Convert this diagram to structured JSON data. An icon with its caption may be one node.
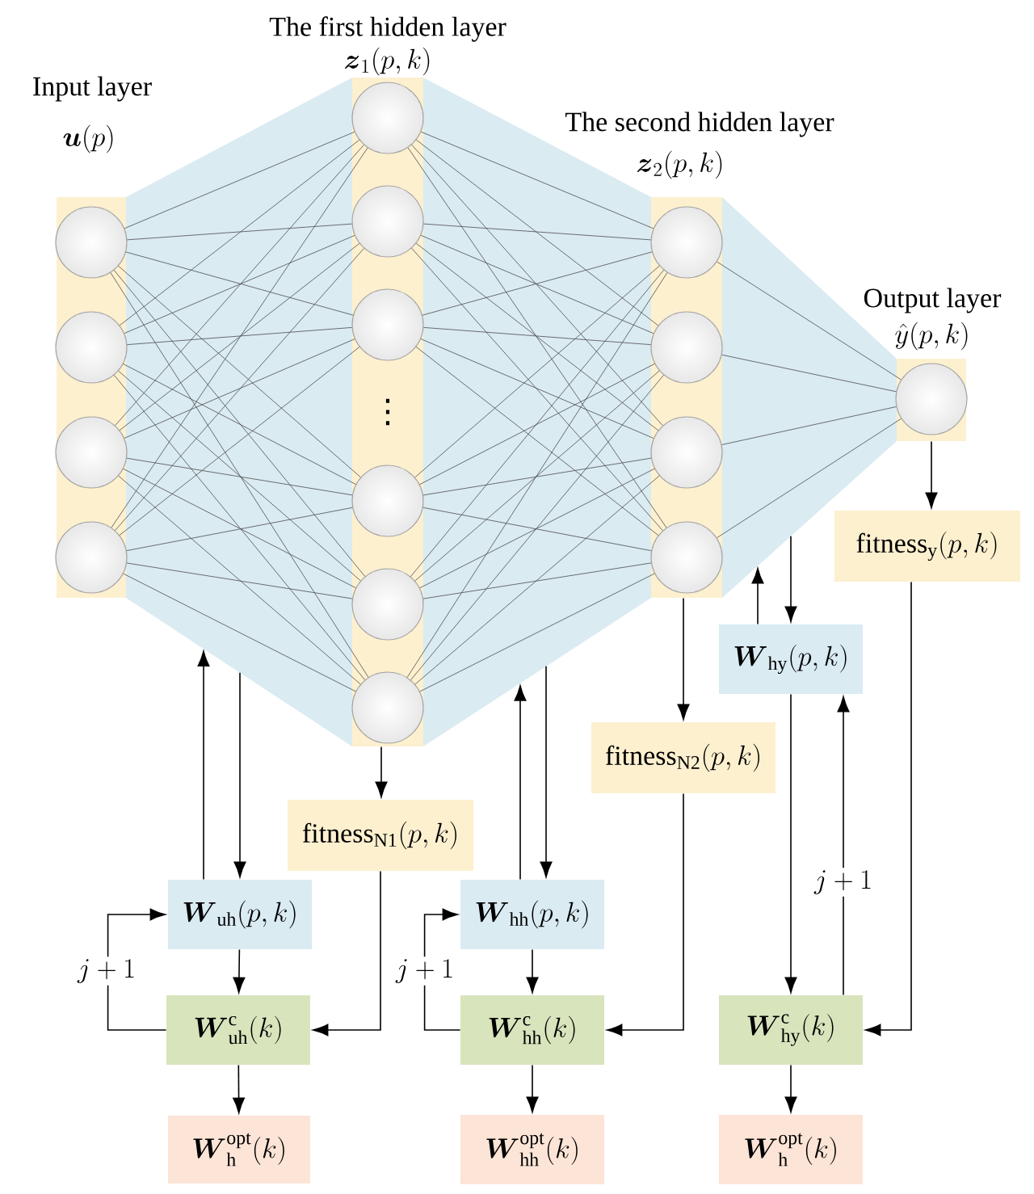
{
  "diagram": {
    "nodes": [
      {
        "text": [
          "Input layer",
          "\\boldsymbol{u}(p)"
        ]
      },
      {
        "text": [],
        "shape": "circle",
        "in": 0
      },
      {
        "text": [],
        "shape": "circle",
        "in": 0
      },
      {
        "text": [],
        "shape": "circle",
        "in": 0
      },
      {
        "text": [],
        "shape": "circle",
        "in": 0
      },
      {
        "text": [
          "The first hidden layer",
          "\\boldsymbol{z}_{1}(p,k)"
        ]
      },
      {
        "text": [],
        "shape": "circle",
        "in": 5
      },
      {
        "text": [],
        "shape": "circle",
        "in": 5
      },
      {
        "text": [],
        "shape": "circle",
        "in": 5
      },
      {
        "text": [],
        "shape": "circle",
        "in": 5
      },
      {
        "text": [],
        "shape": "circle",
        "in": 5
      },
      {
        "text": [],
        "shape": "circle",
        "in": 5
      },
      {
        "text": [
          "The second hidden layer",
          "\\boldsymbol{z}_{2}(p,k)"
        ]
      },
      {
        "text": [],
        "shape": "circle",
        "in": 12
      },
      {
        "text": [],
        "shape": "circle",
        "in": 12
      },
      {
        "text": [],
        "shape": "circle",
        "in": 12
      },
      {
        "text": [],
        "shape": "circle",
        "in": 12
      },
      {
        "text": [
          "Output layer",
          "\\hat{y}(p,k)"
        ]
      },
      {
        "text": [],
        "shape": "circle",
        "in": 17
      },
      {
        "text": [
          "\\mathrm{fitness}_{\\mathrm{y}}(p,k)"
        ]
      },
      {
        "text": [
          "\\boldsymbol{W}_{\\mathrm{hy}}(p,k)"
        ]
      },
      {
        "text": [
          "\\mathrm{fitness}_{\\mathrm{N2}}(p,k)"
        ]
      },
      {
        "text": [
          "\\mathrm{fitness}_{\\mathrm{N1}}(p,k)"
        ]
      },
      {
        "text": [
          "\\boldsymbol{W}_{\\mathrm{uh}}(p,k)"
        ]
      },
      {
        "text": [
          "\\boldsymbol{W}_{\\mathrm{uh}}^{\\mathrm{c}}(k)"
        ]
      },
      {
        "text": [
          "\\boldsymbol{W}_{\\mathrm{h}}^{\\mathrm{opt}}(k)"
        ]
      },
      {
        "text": [
          "\\boldsymbol{W}_{\\mathrm{hh}}(p,k)"
        ]
      },
      {
        "text": [
          "\\boldsymbol{W}_{\\mathrm{hh}}^{\\mathrm{c}}(k)"
        ]
      },
      {
        "text": [
          "\\boldsymbol{W}_{\\mathrm{hh}}^{\\mathrm{opt}}(k)"
        ]
      },
      {
        "text": [
          "\\boldsymbol{W}_{\\mathrm{hy}}^{\\mathrm{c}}(k)"
        ]
      },
      {
        "text": [
          "\\boldsymbol{W}_{\\mathrm{h}}^{\\mathrm{opt}}(k)"
        ]
      }
    ],
    "edges": [
      {
        "from": 1,
        "to": 6,
        "arrow": "none"
      },
      {
        "from": 1,
        "to": 7,
        "arrow": "none"
      },
      {
        "from": 1,
        "to": 8,
        "arrow": "none"
      },
      {
        "from": 1,
        "to": 9,
        "arrow": "none"
      },
      {
        "from": 1,
        "to": 10,
        "arrow": "none"
      },
      {
        "from": 1,
        "to": 11,
        "arrow": "none"
      },
      {
        "from": 2,
        "to": 6,
        "arrow": "none"
      },
      {
        "from": 2,
        "to": 7,
        "arrow": "none"
      },
      {
        "from": 2,
        "to": 8,
        "arrow": "none"
      },
      {
        "from": 2,
        "to": 9,
        "arrow": "none"
      },
      {
        "from": 2,
        "to": 10,
        "arrow": "none"
      },
      {
        "from": 2,
        "to": 11,
        "arrow": "none"
      },
      {
        "from": 3,
        "to": 6,
        "arrow": "none"
      },
      {
        "from": 3,
        "to": 7,
        "arrow": "none"
      },
      {
        "from": 3,
        "to": 8,
        "arrow": "none"
      },
      {
        "from": 3,
        "to": 9,
        "arrow": "none"
      },
      {
        "from": 3,
        "to": 10,
        "arrow": "none"
      },
      {
        "from": 3,
        "to": 11,
        "arrow": "none"
      },
      {
        "from": 4,
        "to": 6,
        "arrow": "none"
      },
      {
        "from": 4,
        "to": 7,
        "arrow": "none"
      },
      {
        "from": 4,
        "to": 8,
        "arrow": "none"
      },
      {
        "from": 4,
        "to": 9,
        "arrow": "none"
      },
      {
        "from": 4,
        "to": 10,
        "arrow": "none"
      },
      {
        "from": 4,
        "to": 11,
        "arrow": "none"
      },
      {
        "from": 6,
        "to": 13,
        "arrow": "none"
      },
      {
        "from": 6,
        "to": 14,
        "arrow": "none"
      },
      {
        "from": 6,
        "to": 15,
        "arrow": "none"
      },
      {
        "from": 6,
        "to": 16,
        "arrow": "none"
      },
      {
        "from": 7,
        "to": 13,
        "arrow": "none"
      },
      {
        "from": 7,
        "to": 14,
        "arrow": "none"
      },
      {
        "from": 7,
        "to": 15,
        "arrow": "none"
      },
      {
        "from": 7,
        "to": 16,
        "arrow": "none"
      },
      {
        "from": 8,
        "to": 13,
        "arrow": "none"
      },
      {
        "from": 8,
        "to": 14,
        "arrow": "none"
      },
      {
        "from": 8,
        "to": 15,
        "arrow": "none"
      },
      {
        "from": 8,
        "to": 16,
        "arrow": "none"
      },
      {
        "from": 9,
        "to": 13,
        "arrow": "none"
      },
      {
        "from": 9,
        "to": 14,
        "arrow": "none"
      },
      {
        "from": 9,
        "to": 15,
        "arrow": "none"
      },
      {
        "from": 9,
        "to": 16,
        "arrow": "none"
      },
      {
        "from": 10,
        "to": 13,
        "arrow": "none"
      },
      {
        "from": 10,
        "to": 14,
        "arrow": "none"
      },
      {
        "from": 10,
        "to": 15,
        "arrow": "none"
      },
      {
        "from": 10,
        "to": 16,
        "arrow": "none"
      },
      {
        "from": 11,
        "to": 13,
        "arrow": "none"
      },
      {
        "from": 11,
        "to": 14,
        "arrow": "none"
      },
      {
        "from": 11,
        "to": 15,
        "arrow": "none"
      },
      {
        "from": 11,
        "to": 16,
        "arrow": "none"
      },
      {
        "from": 13,
        "to": 18,
        "arrow": "none"
      },
      {
        "from": 14,
        "to": 18,
        "arrow": "none"
      },
      {
        "from": 15,
        "to": 18,
        "arrow": "none"
      },
      {
        "from": 16,
        "to": 18,
        "arrow": "none"
      },
      {
        "from": 17,
        "to": 19,
        "arrow": "to"
      },
      {
        "from": 20,
        "to": null,
        "arrow": "to"
      },
      {
        "from": null,
        "to": 20,
        "arrow": "to"
      },
      {
        "from": 12,
        "to": 21,
        "arrow": "to"
      },
      {
        "from": 5,
        "to": 22,
        "arrow": "to"
      },
      {
        "from": 23,
        "to": null,
        "arrow": "to"
      },
      {
        "from": null,
        "to": 23,
        "arrow": "to"
      },
      {
        "from": 23,
        "to": 24,
        "arrow": "to"
      },
      {
        "from": 24,
        "to": 23,
        "arrow": "to",
        "label": "j+1"
      },
      {
        "from": 22,
        "to": 24,
        "arrow": "to"
      },
      {
        "from": 24,
        "to": 25,
        "arrow": "to"
      },
      {
        "from": 26,
        "to": null,
        "arrow": "to"
      },
      {
        "from": null,
        "to": 26,
        "arrow": "to"
      },
      {
        "from": 26,
        "to": 27,
        "arrow": "to"
      },
      {
        "from": 27,
        "to": 26,
        "arrow": "to",
        "label": "j+1"
      },
      {
        "from": 21,
        "to": 27,
        "arrow": "to"
      },
      {
        "from": 27,
        "to": 28,
        "arrow": "to"
      },
      {
        "from": 20,
        "to": 29,
        "arrow": "to"
      },
      {
        "from": 29,
        "to": 20,
        "arrow": "to",
        "label": "j+1"
      },
      {
        "from": 19,
        "to": 29,
        "arrow": "to"
      },
      {
        "from": 29,
        "to": 30,
        "arrow": "to"
      }
    ],
    "labels": [
      "⋮"
    ]
  }
}
